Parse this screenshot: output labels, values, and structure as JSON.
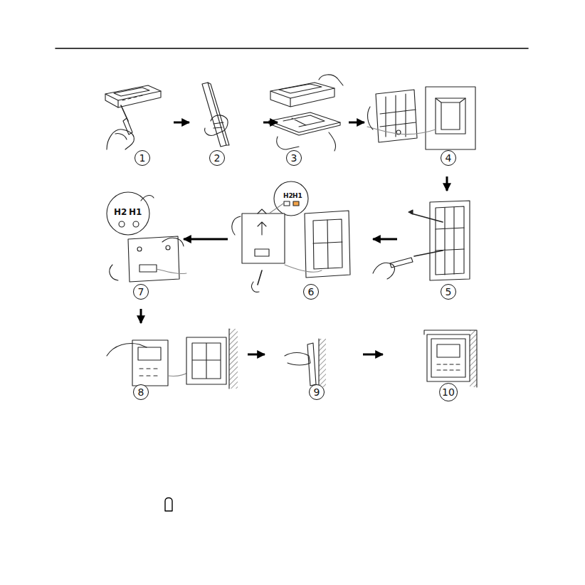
{
  "diagram": {
    "nodes": [
      {
        "text": [
          "1"
        ]
      },
      {
        "text": [
          "2"
        ]
      },
      {
        "text": [
          "3"
        ]
      },
      {
        "text": [
          "4"
        ]
      },
      {
        "text": [
          "5"
        ]
      },
      {
        "text": [
          "6"
        ]
      },
      {
        "text": [
          "7"
        ]
      },
      {
        "text": [
          "8"
        ]
      },
      {
        "text": [
          "9"
        ]
      },
      {
        "text": [
          "10"
        ]
      }
    ],
    "edges": [
      {
        "from": 0,
        "to": 1,
        "arrow": "to"
      },
      {
        "from": 1,
        "to": 2,
        "arrow": "to"
      },
      {
        "from": 2,
        "to": 3,
        "arrow": "to"
      },
      {
        "from": 3,
        "to": 4,
        "arrow": "to"
      },
      {
        "from": 4,
        "to": 5,
        "arrow": "to"
      },
      {
        "from": 5,
        "to": 6,
        "arrow": "to"
      },
      {
        "from": 6,
        "to": 7,
        "arrow": "to"
      },
      {
        "from": 7,
        "to": 8,
        "arrow": "to"
      },
      {
        "from": 8,
        "to": 9,
        "arrow": "to"
      }
    ],
    "labels": [
      "H2",
      "H1",
      "H2",
      "H1"
    ]
  }
}
